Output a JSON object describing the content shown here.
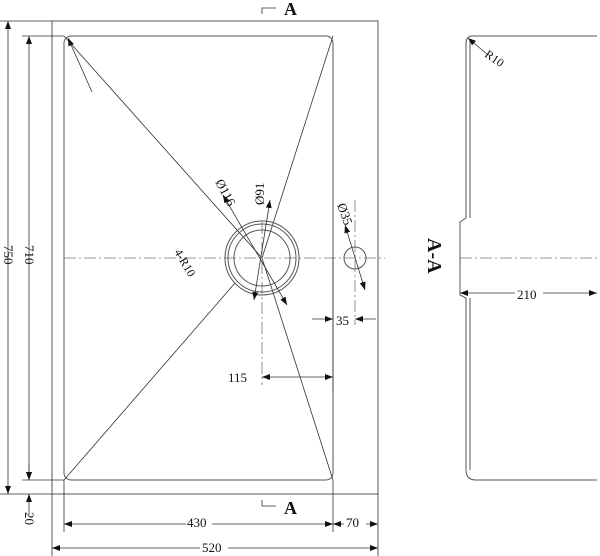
{
  "section_marker": "A",
  "section_label": "A-A",
  "plan": {
    "corner_radius": "4-R10",
    "drain_outer": "Ø116",
    "drain_inner": "Ø91",
    "tap_hole": "Ø35",
    "tap_offset": "35",
    "drain_offset": "115"
  },
  "dimensions": {
    "overall_height": "750",
    "bowl_height": "710",
    "bottom_margin": "20",
    "bowl_width": "430",
    "side_margin": "70",
    "overall_width": "520"
  },
  "section": {
    "radius": "R10",
    "depth": "210"
  }
}
